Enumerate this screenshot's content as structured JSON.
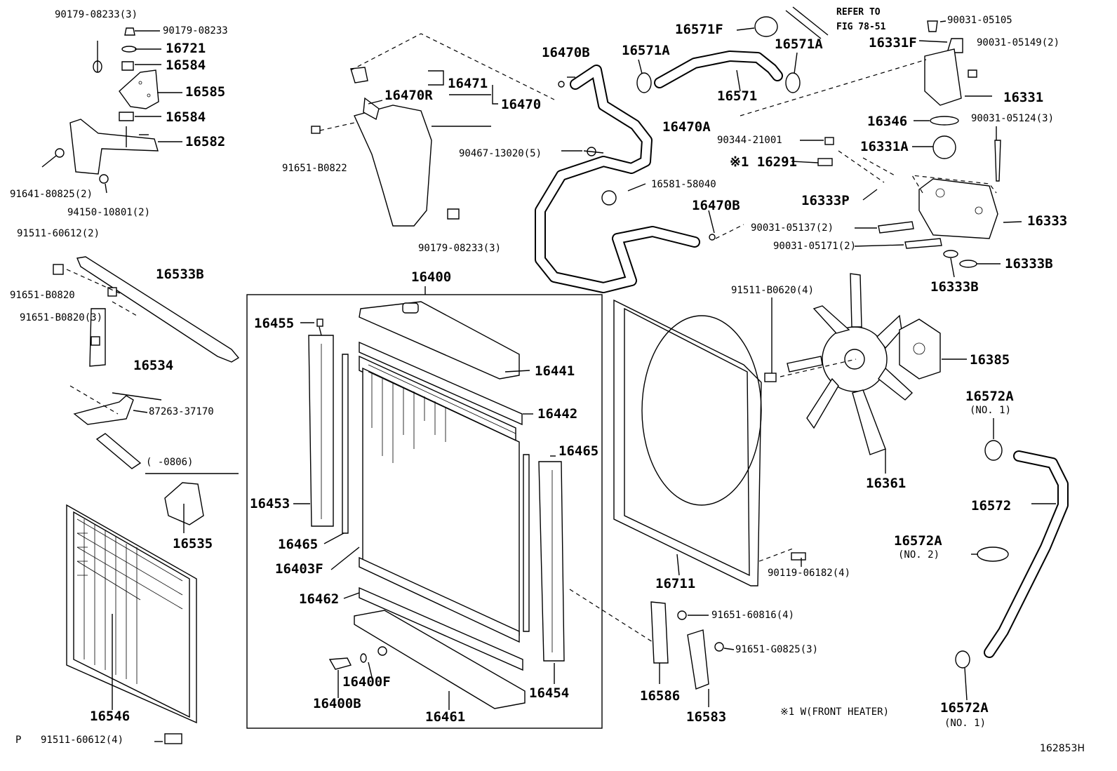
{
  "labels": {
    "p90179_08233_3": "90179-08233(3)",
    "p90179_08233": "90179-08233",
    "p16721": "16721",
    "p16584_a": "16584",
    "p16585": "16585",
    "p16584_b": "16584",
    "p16582": "16582",
    "p91641_80825_2": "91641-80825(2)",
    "p94150_10801_2": "94150-10801(2)",
    "p91511_60612_2": "91511-60612(2)",
    "p16533B": "16533B",
    "p91651_B0820": "91651-B0820",
    "p91651_B0820_3": "91651-B0820(3)",
    "p16534": "16534",
    "p87263_37170": "87263-37170",
    "range_note": "(     -0806)",
    "p16535": "16535",
    "p16546": "16546",
    "p_marker": "P",
    "p91511_60612_4": "91511-60612(4)",
    "p16471": "16471",
    "p16470R": "16470R",
    "p16470": "16470",
    "p91651_B0822": "91651-B0822",
    "p90179_08233_3b": "90179-08233(3)",
    "p90467_13020_5": "90467-13020(5)",
    "p16470B_a": "16470B",
    "p16470A": "16470A",
    "p16581_58040": "16581-58040",
    "p16470B_b": "16470B",
    "p16571F": "16571F",
    "refer_to": "REFER TO",
    "fig_ref": "FIG 78-51",
    "p16571A_a": "16571A",
    "p16571A_b": "16571A",
    "p16571": "16571",
    "p90031_05105": "90031-05105",
    "p16331F": "16331F",
    "p90031_05149_2": "90031-05149(2)",
    "p16331": "16331",
    "p16346": "16346",
    "p90031_05124_3": "90031-05124(3)",
    "p90344_21001": "90344-21001",
    "p16331A": "16331A",
    "p16291": "※1 16291",
    "p16333P": "16333P",
    "p16333": "16333",
    "p90031_05137_2": "90031-05137(2)",
    "p90031_05171_2": "90031-05171(2)",
    "p16333B_a": "16333B",
    "p16333B_b": "16333B",
    "p16400": "16400",
    "p16455": "16455",
    "p16441": "16441",
    "p16442": "16442",
    "p16465_a": "16465",
    "p16453": "16453",
    "p16465_b": "16465",
    "p16403F": "16403F",
    "p16462": "16462",
    "p16400F": "16400F",
    "p16400B": "16400B",
    "p16461": "16461",
    "p16454": "16454",
    "p91511_B0620_4": "91511-B0620(4)",
    "p16385": "16385",
    "p16361": "16361",
    "p16711": "16711",
    "p90119_06182_4": "90119-06182(4)",
    "p91651_60816_4": "91651-60816(4)",
    "p91651_G0825_3": "91651-G0825(3)",
    "p16586": "16586",
    "p16583": "16583",
    "p16572A_no1_top": "16572A",
    "no1_top": "(NO. 1)",
    "p16572": "16572",
    "p16572A_no2": "16572A",
    "no2": "(NO. 2)",
    "p16572A_no1_bot": "16572A",
    "no1_bot": "(NO. 1)",
    "footnote": "※1 W(FRONT HEATER)",
    "diagram_id": "162853H"
  }
}
